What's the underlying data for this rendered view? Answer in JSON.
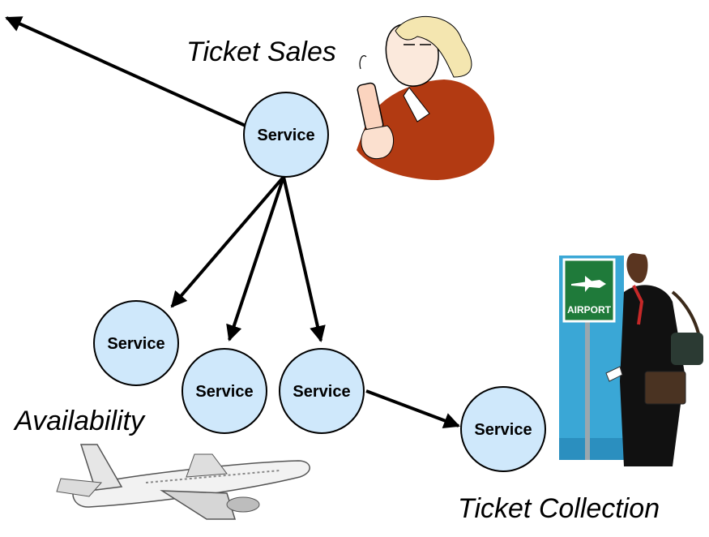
{
  "captions": {
    "ticket_sales": "Ticket Sales",
    "availability": "Availability",
    "ticket_collection": "Ticket Collection"
  },
  "services": [
    {
      "id": "service-top",
      "label": "Service"
    },
    {
      "id": "service-left",
      "label": "Service"
    },
    {
      "id": "service-mid-left",
      "label": "Service"
    },
    {
      "id": "service-mid-right",
      "label": "Service"
    },
    {
      "id": "service-right",
      "label": "Service"
    }
  ],
  "sign": {
    "text": "AIRPORT"
  },
  "colors": {
    "node_fill": "#cfe8fb",
    "sign_green": "#1f7a3a",
    "jacket": "#b23a12",
    "terminal_blue": "#3aa7d6"
  },
  "icons": [
    "businesswoman-phone-icon",
    "airplane-icon",
    "traveler-airport-sign-icon"
  ]
}
